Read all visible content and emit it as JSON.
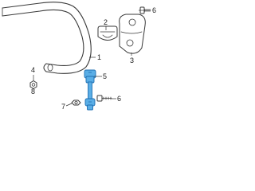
{
  "colors": {
    "line": "#3a3a3a",
    "highlight": "#5aaee6",
    "highlight_dark": "#1f6fb2",
    "background": "#ffffff"
  },
  "callouts": {
    "c1": "1",
    "c2": "2",
    "c3": "3",
    "c4": "4",
    "c5": "5",
    "c6": "6",
    "c7": "7",
    "c8": "8"
  }
}
